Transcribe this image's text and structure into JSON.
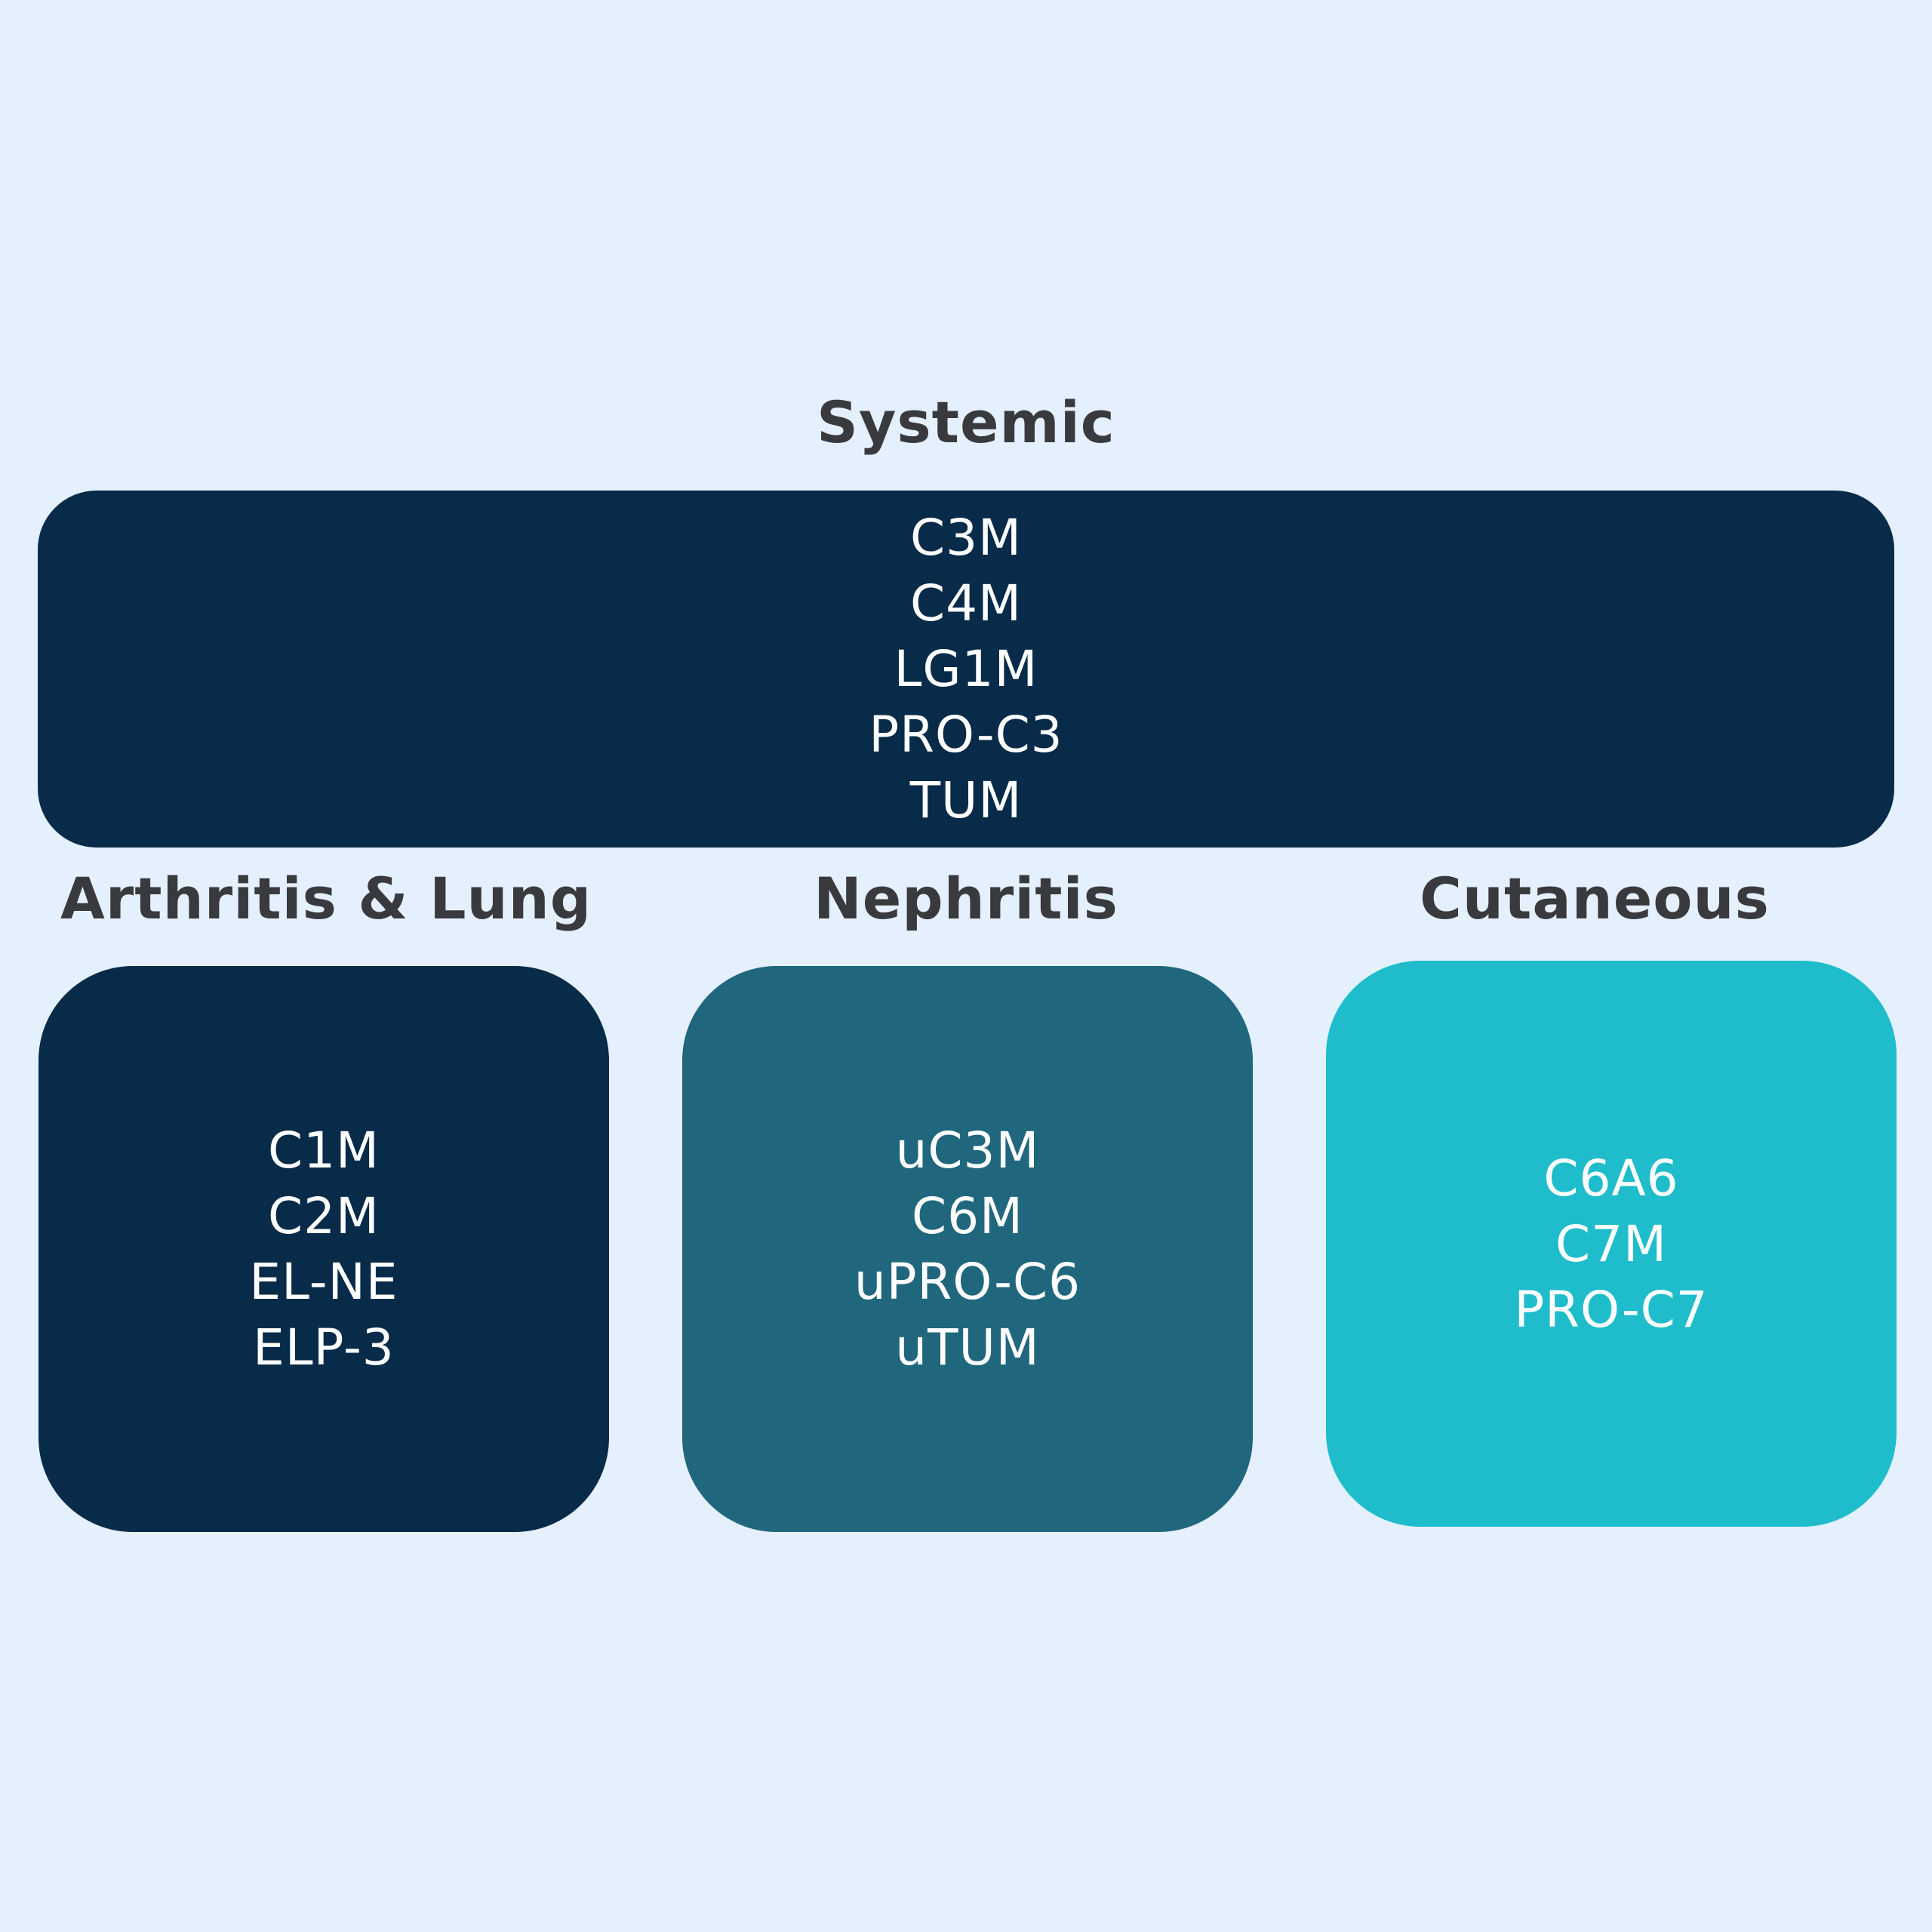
{
  "groups": {
    "systemic": {
      "title": "Systemic",
      "color": "#082b49",
      "markers": [
        "C3M",
        "C4M",
        "LG1M",
        "PRO-C3",
        "TUM"
      ]
    },
    "arthritis_lung": {
      "title": "Arthritis & Lung",
      "color": "#082b49",
      "markers": [
        "C1M",
        "C2M",
        "EL-NE",
        "ELP-3"
      ]
    },
    "nephritis": {
      "title": "Nephritis",
      "color": "#20677e",
      "markers": [
        "uC3M",
        "C6M",
        "uPRO-C6",
        "uTUM"
      ]
    },
    "cutaneous": {
      "title": "Cutaneous",
      "color": "#1fbdcc",
      "markers": [
        "C6A6",
        "C7M",
        "PRO-C7"
      ]
    }
  },
  "colors": {
    "background": "#e5f0ff",
    "heading_text": "#393a3d",
    "marker_text": "#ffffff"
  }
}
